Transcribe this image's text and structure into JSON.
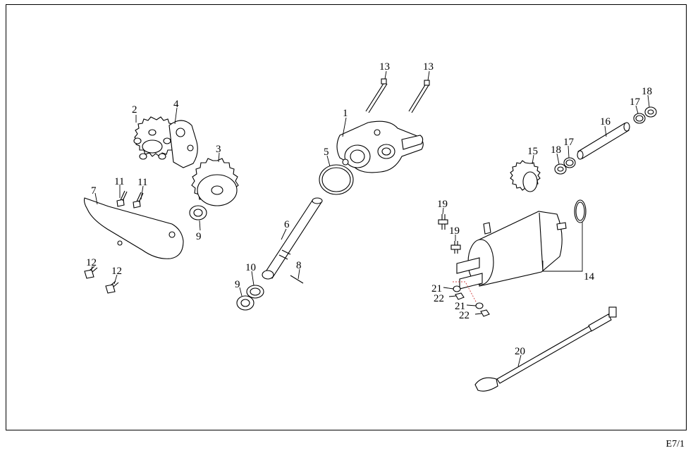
{
  "page_code": "E7/1",
  "callouts": [
    {
      "num": "1"
    },
    {
      "num": "2"
    },
    {
      "num": "3"
    },
    {
      "num": "4"
    },
    {
      "num": "5"
    },
    {
      "num": "6"
    },
    {
      "num": "7"
    },
    {
      "num": "8"
    },
    {
      "num": "9"
    },
    {
      "num": "9"
    },
    {
      "num": "10"
    },
    {
      "num": "11"
    },
    {
      "num": "11"
    },
    {
      "num": "12"
    },
    {
      "num": "12"
    },
    {
      "num": "13"
    },
    {
      "num": "13"
    },
    {
      "num": "14"
    },
    {
      "num": "15"
    },
    {
      "num": "16"
    },
    {
      "num": "17"
    },
    {
      "num": "17"
    },
    {
      "num": "18"
    },
    {
      "num": "18"
    },
    {
      "num": "19"
    },
    {
      "num": "19"
    },
    {
      "num": "20"
    },
    {
      "num": "21"
    },
    {
      "num": "21"
    },
    {
      "num": "22"
    },
    {
      "num": "22"
    }
  ]
}
